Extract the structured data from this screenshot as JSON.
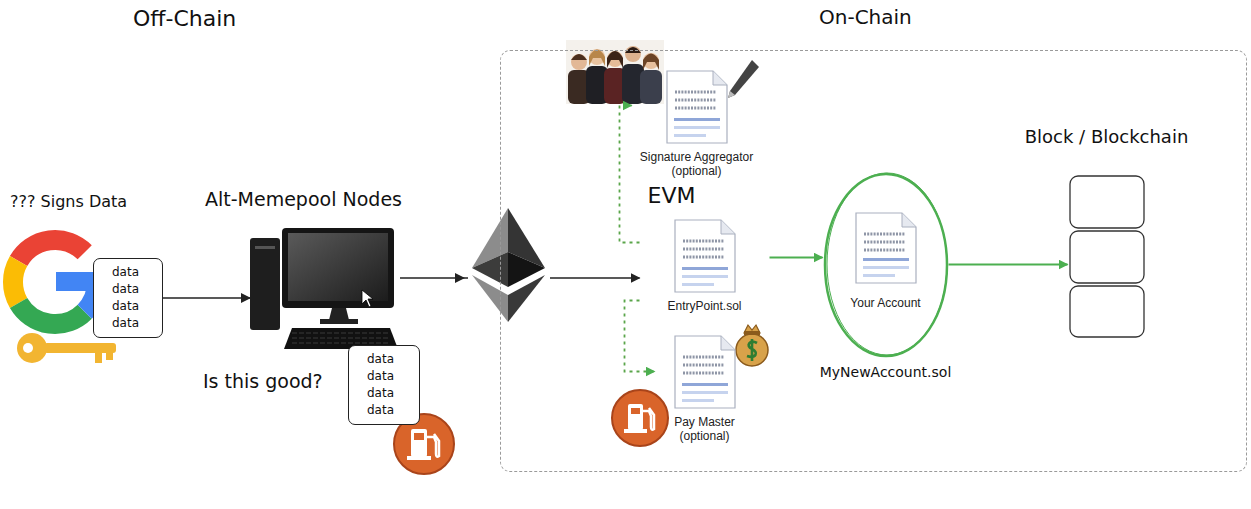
{
  "diagram": {
    "nodes": [
      {
        "text": [
          "data data data data"
        ]
      },
      {
        "text": [
          "Alt-Memepool Nodes",
          "Is this good?"
        ]
      },
      {
        "text": [
          "data data data data"
        ]
      },
      {
        "text": [
          "On-Chain"
        ]
      },
      {
        "text": [
          "Signature Aggregator (optional)"
        ],
        "in": 3
      },
      {
        "text": [
          "EVM",
          "EntryPoint.sol"
        ],
        "in": 3
      },
      {
        "text": [
          "Pay Master (optional)"
        ],
        "in": 3
      },
      {
        "text": [
          "Your Account",
          "MyNewAccount.sol"
        ],
        "in": 3
      },
      {
        "text": [
          "Block / Blockchain"
        ],
        "in": 3
      }
    ],
    "edges": [
      {
        "from": 0,
        "to": 1,
        "arrow": "to"
      },
      {
        "from": 1,
        "to": 5,
        "arrow": "to"
      },
      {
        "from": 5,
        "to": 4,
        "arrow": "to"
      },
      {
        "from": 5,
        "to": 6,
        "arrow": "to"
      },
      {
        "from": 5,
        "to": 7,
        "arrow": "to"
      },
      {
        "from": 7,
        "to": 8,
        "arrow": "to"
      }
    ],
    "labels": [
      "Off-Chain",
      "??? Signs Data"
    ]
  }
}
